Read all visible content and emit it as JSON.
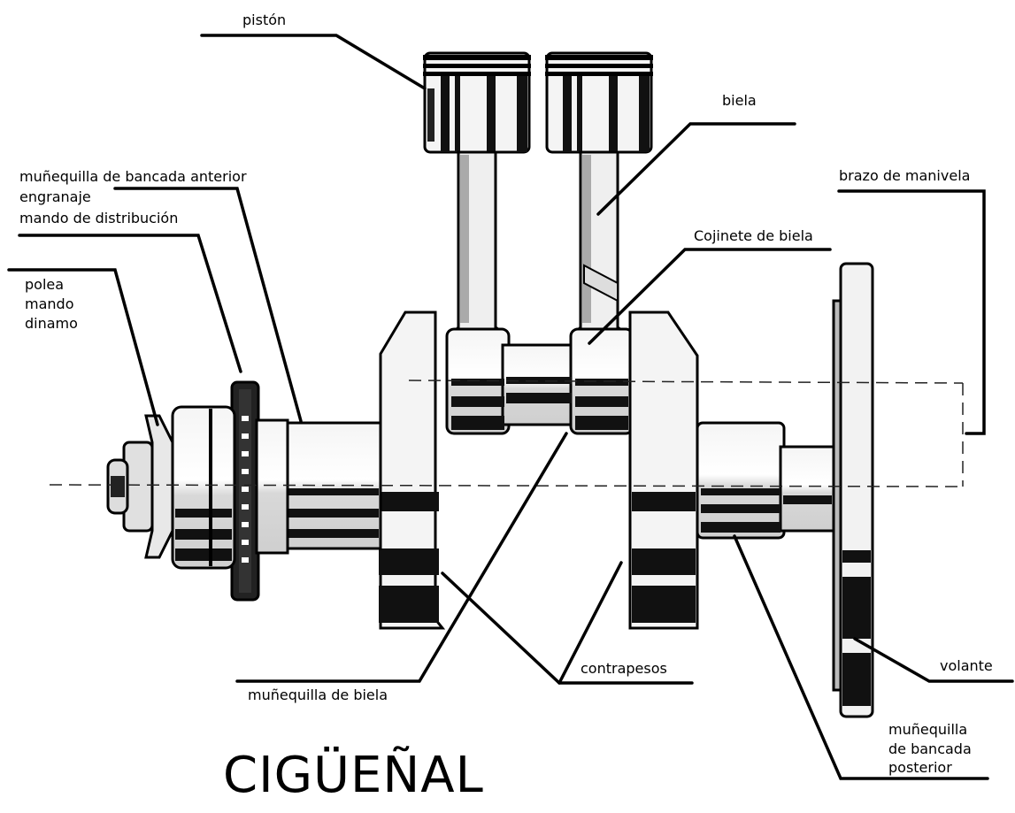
{
  "title": "CIGÜEÑAL",
  "labels": {
    "piston": "pistón",
    "biela": "biela",
    "mun_bancada_anterior": "muñequilla de bancada anterior",
    "engranaje": "engranaje",
    "mando_distribucion": "mando de distribución",
    "brazo_manivela": "brazo de manivela",
    "cojinete_biela": "Cojinete de biela",
    "polea": "polea",
    "mando": "mando",
    "dinamo": "dinamo",
    "contrapesos": "contrapesos",
    "mun_biela": "muñequilla de biela",
    "volante": "volante",
    "mun_posterior_1": "muñequilla",
    "mun_posterior_2": "de bancada",
    "mun_posterior_3": "posterior"
  },
  "colors": {
    "ink": "#000000",
    "metal_light": "#f2f2f2",
    "metal_dark": "#1a1a1a",
    "metal_mid": "#bdbdbd"
  }
}
